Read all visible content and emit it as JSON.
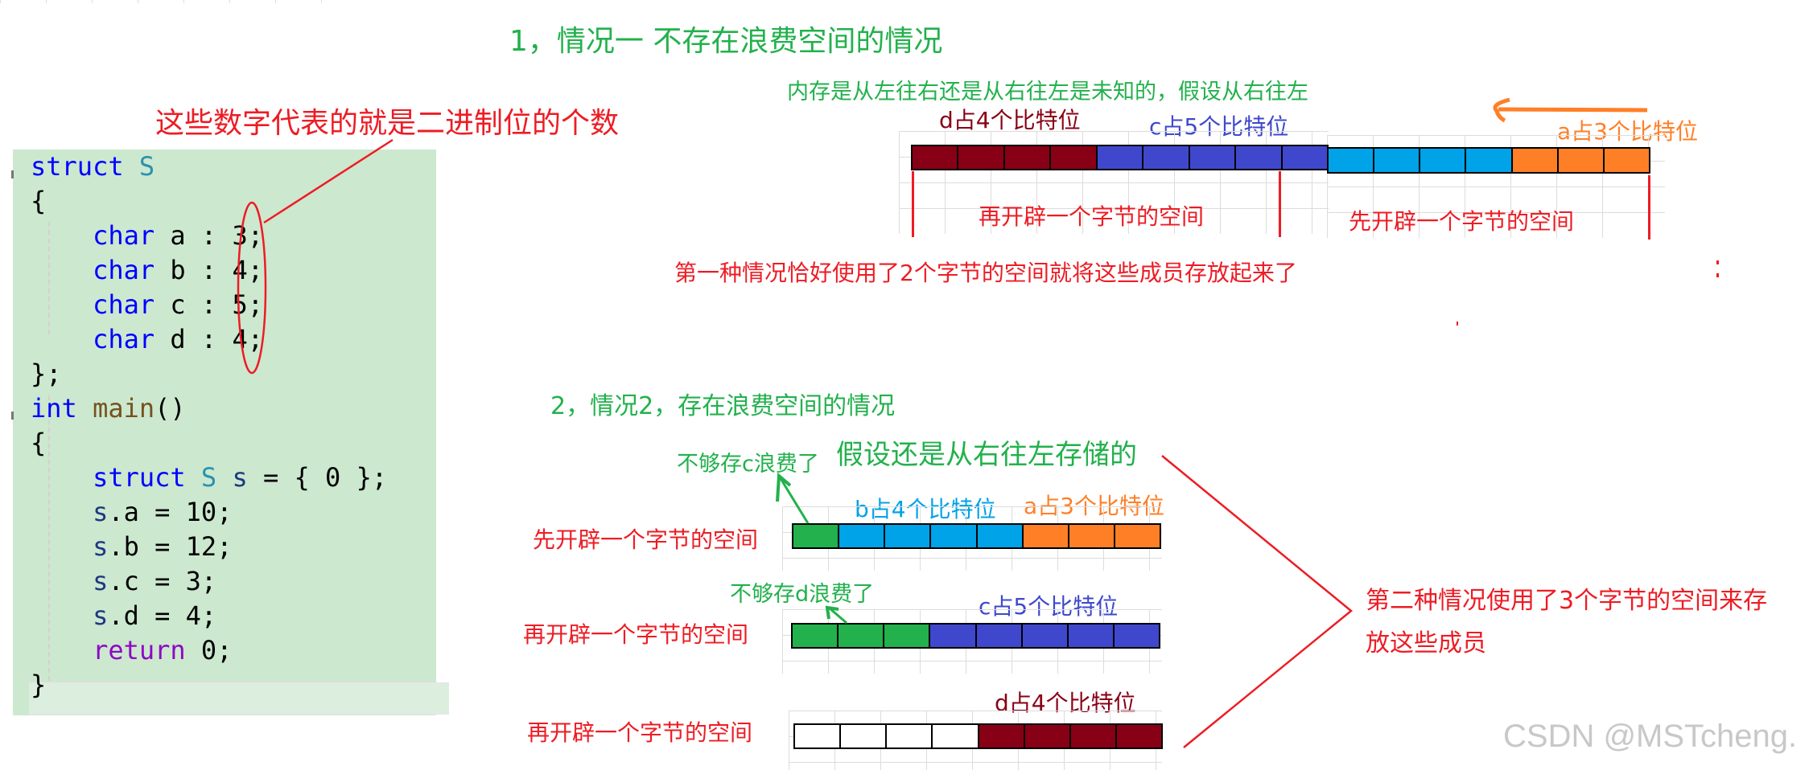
{
  "colors": {
    "green": "#22B14C",
    "red": "#ED1C24",
    "dark_red": "#880015",
    "blue": "#3F48CC",
    "light_blue": "#00A2E8",
    "orange": "#FF7F27",
    "code_bg": "#CCE8CF"
  },
  "code": {
    "lines": [
      {
        "parts": [
          "struct",
          " ",
          "S"
        ]
      },
      {
        "text": "{"
      },
      {
        "text": "    char a : 3;"
      },
      {
        "text": "    char b : 4;"
      },
      {
        "text": "    char c : 5;"
      },
      {
        "text": "    char d : 4;"
      },
      {
        "text": "};"
      },
      {
        "text": "int main()"
      },
      {
        "text": "{"
      },
      {
        "text": "    struct S s = { 0 };"
      },
      {
        "text": "    s.a = 10;"
      },
      {
        "text": "    s.b = 12;"
      },
      {
        "text": "    s.c = 3;"
      },
      {
        "text": "    s.d = 4;"
      },
      {
        "text": "    return 0;"
      },
      {
        "text": "}"
      }
    ],
    "kw_struct": "struct",
    "type_S": "S",
    "kw_char": "char",
    "kw_int": "int",
    "fn_main": "main",
    "kw_return": "return",
    "members": [
      {
        "name": "a",
        "bits": "3"
      },
      {
        "name": "b",
        "bits": "4"
      },
      {
        "name": "c",
        "bits": "5"
      },
      {
        "name": "d",
        "bits": "4"
      }
    ],
    "assignments": [
      {
        "member": "a",
        "value": "10"
      },
      {
        "member": "b",
        "value": "12"
      },
      {
        "member": "c",
        "value": "3"
      },
      {
        "member": "d",
        "value": "4"
      }
    ],
    "init": "{ 0 }",
    "return_value": "0"
  },
  "annotations": {
    "bits_note": "这些数字代表的就是二进制位的个数",
    "case1_title": "1，情况一 不存在浪费空间的情况",
    "case1_memory_note": "内存是从左往右还是从右往左是未知的，假设从右往左",
    "case1_d_label": "d占4个比特位",
    "case1_c_label": "c占5个比特位",
    "case1_a_label": "a占3个比特位",
    "case1_left_byte": "再开辟一个字节的空间",
    "case1_right_byte": "先开辟一个字节的空间",
    "case1_summary": "第一种情况恰好使用了2个字节的空间就将这些成员存放起来了",
    "case2_title": "2，情况2，存在浪费空间的情况",
    "case2_assume": "假设还是从右往左存储的",
    "case2_waste_c": "不够存c浪费了",
    "case2_waste_d": "不够存d浪费了",
    "case2_b_label": "b占4个比特位",
    "case2_a_label": "a占3个比特位",
    "case2_c_label": "c占5个比特位",
    "case2_d_label": "d占4个比特位",
    "case2_row1": "先开辟一个字节的空间",
    "case2_row2": "再开辟一个字节的空间",
    "case2_row3": "再开辟一个字节的空间",
    "case2_summary_line1": "第二种情况使用了3个字节的空间来存",
    "case2_summary_line2": "放这些成员",
    "watermark": "CSDN @MSTcheng."
  },
  "bars": {
    "case1_left": [
      "dark_red",
      "dark_red",
      "dark_red",
      "dark_red",
      "blue",
      "blue",
      "blue",
      "blue",
      "blue"
    ],
    "case1_right": [
      "light_blue",
      "light_blue",
      "light_blue",
      "light_blue",
      "orange",
      "orange",
      "orange"
    ],
    "case2_row1": [
      "green",
      "light_blue",
      "light_blue",
      "light_blue",
      "light_blue",
      "orange",
      "orange",
      "orange"
    ],
    "case2_row2": [
      "green",
      "green",
      "green",
      "blue",
      "blue",
      "blue",
      "blue",
      "blue"
    ],
    "case2_row3": [
      "white",
      "white",
      "white",
      "white",
      "dark_red",
      "dark_red",
      "dark_red",
      "dark_red"
    ]
  }
}
